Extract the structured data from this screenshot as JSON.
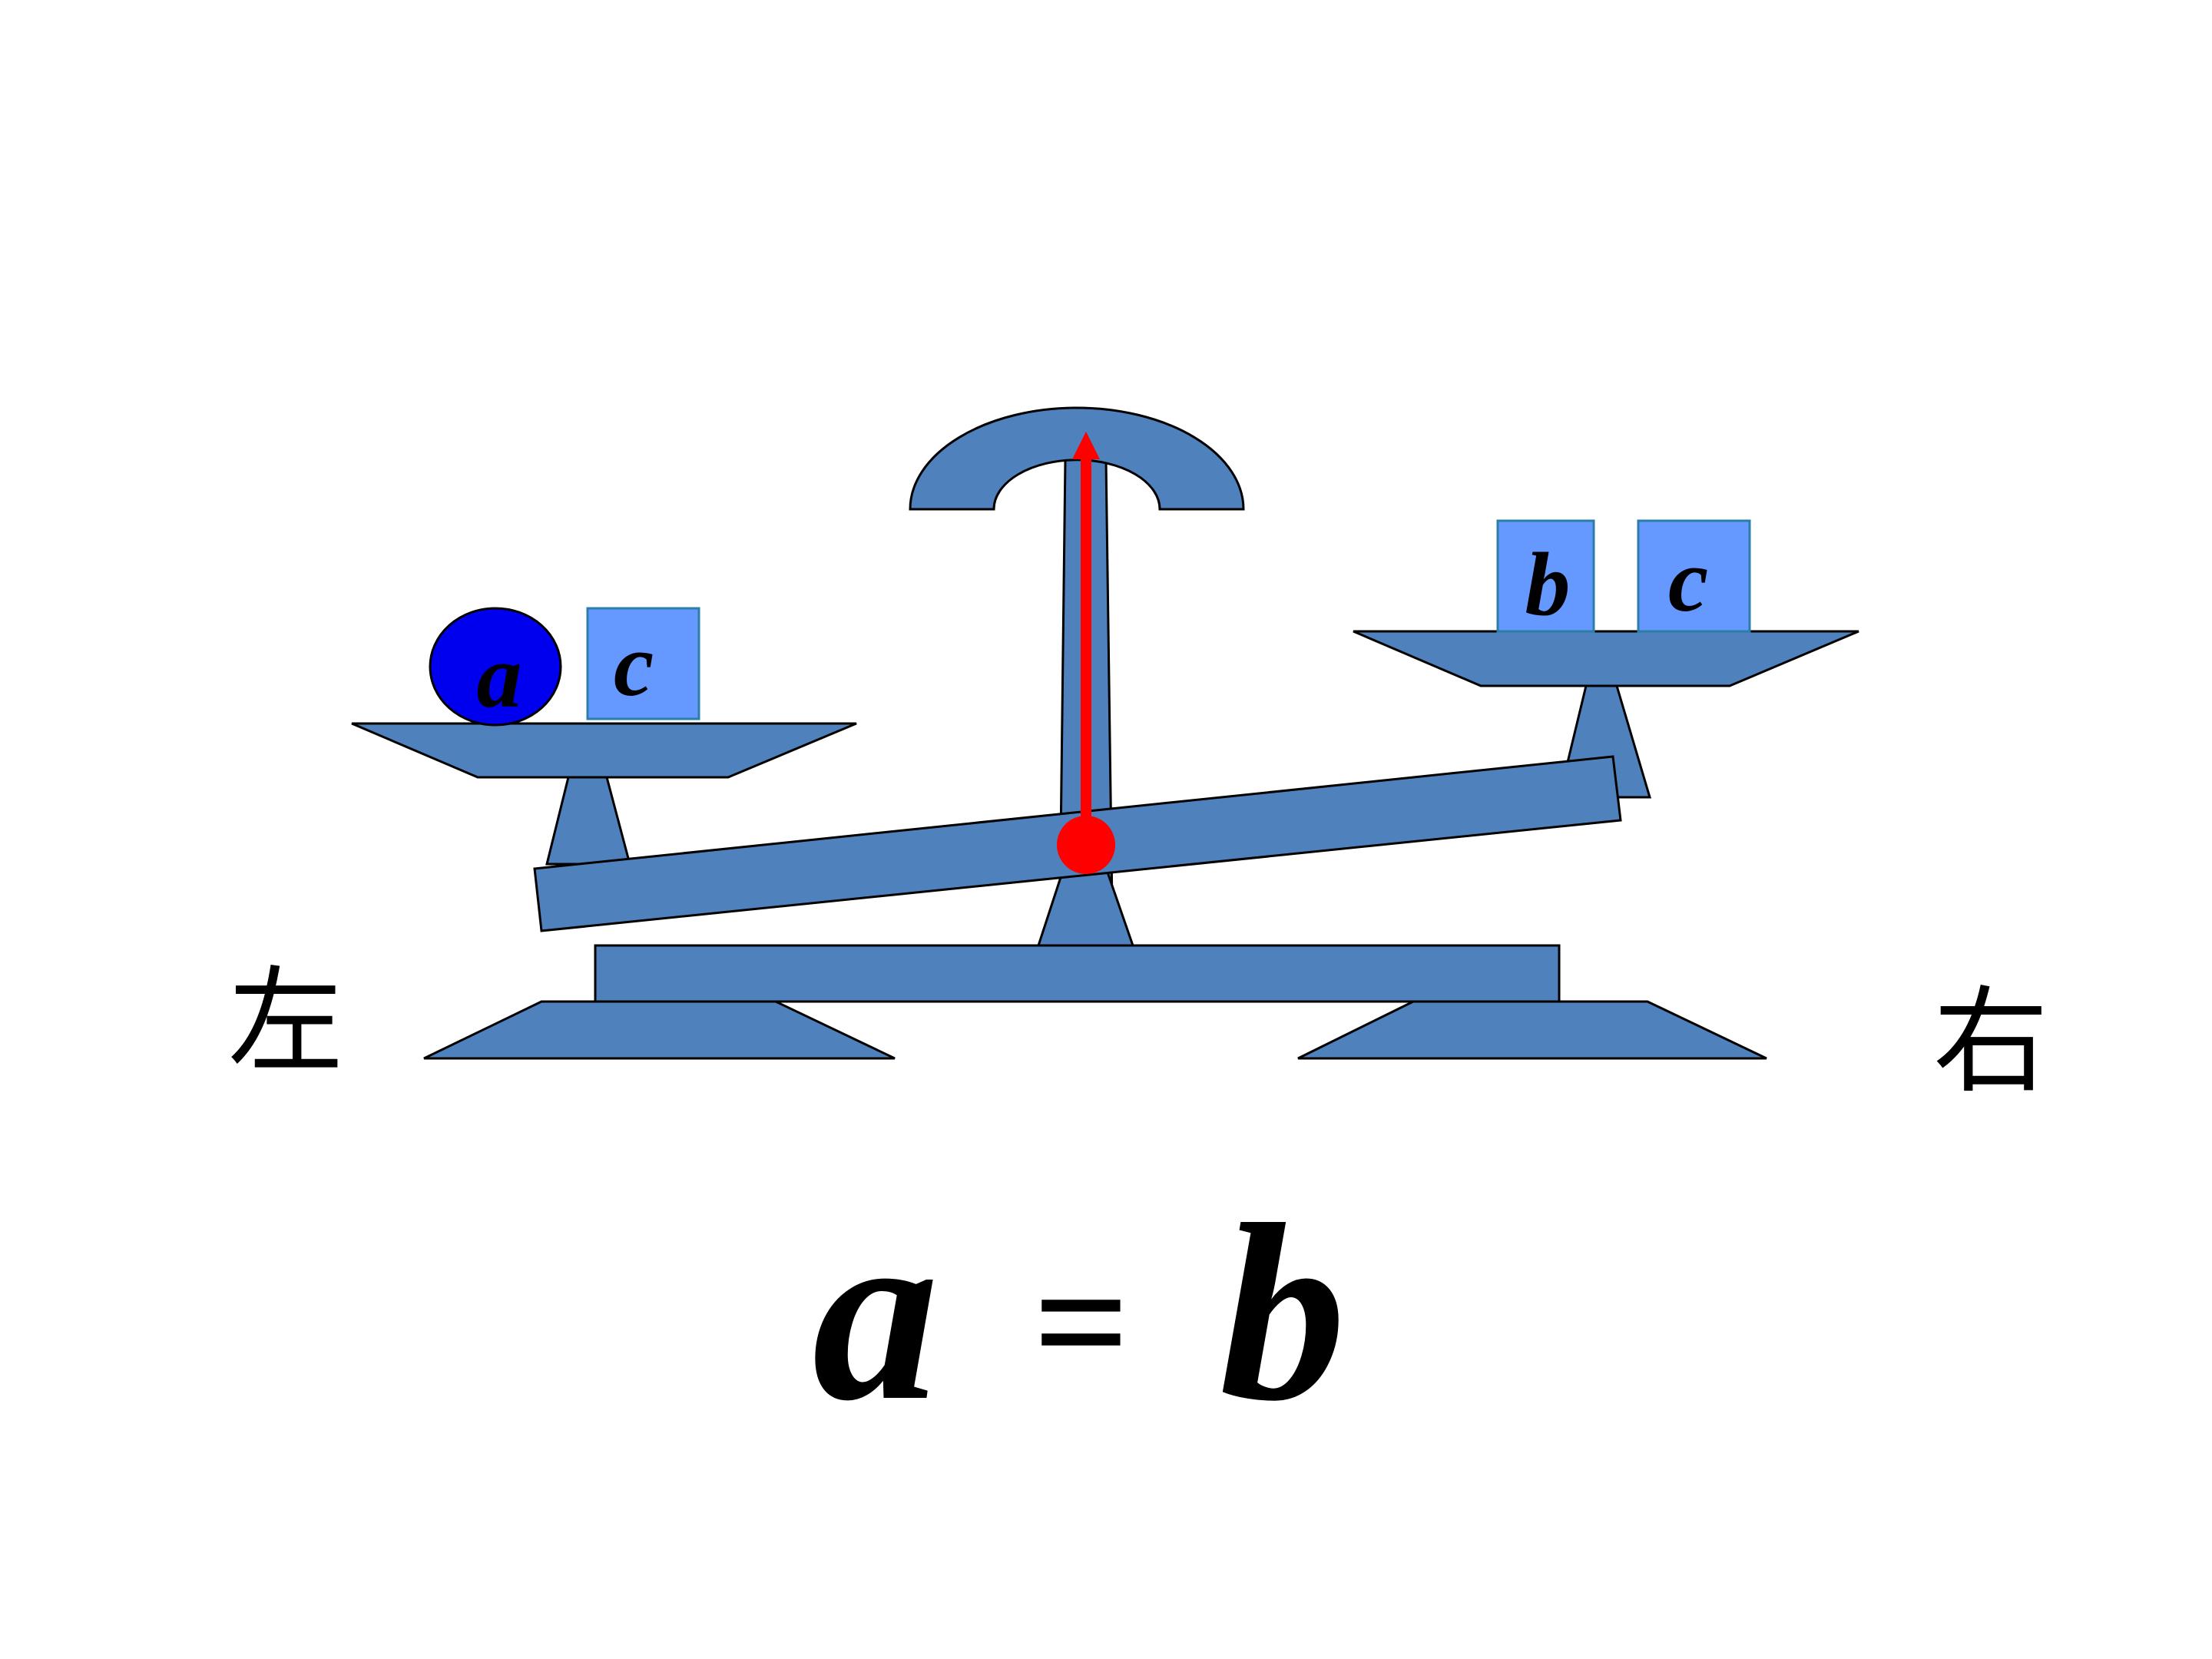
{
  "colors": {
    "scale_body": "#4f81bd",
    "outline": "#000000",
    "block_fill": "#6699ff",
    "block_stroke": "#2a7ea8",
    "ball_fill": "#0000ee",
    "pointer": "#ff0000",
    "text": "#000000",
    "background": "#ffffff"
  },
  "labels": {
    "left_side": "左",
    "right_side": "右"
  },
  "left_pan": {
    "ball_label": "a",
    "block_label": "c"
  },
  "right_pan": {
    "block1_label": "b",
    "block2_label": "c"
  },
  "equation": {
    "left": "a",
    "operator": "=",
    "right": "b"
  }
}
